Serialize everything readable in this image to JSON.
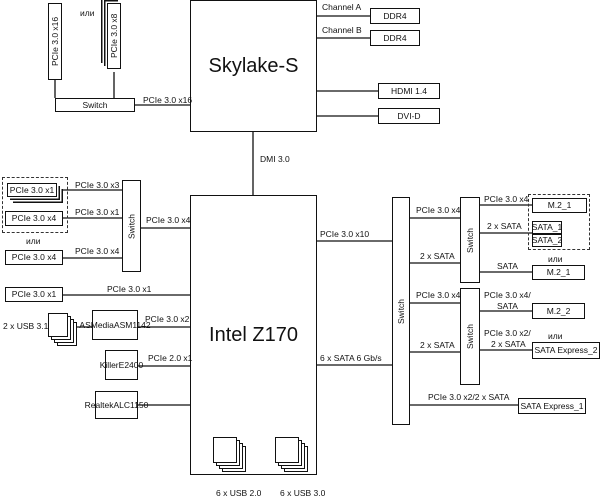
{
  "cpu": "Skylake-S",
  "pch": "Intel Z170",
  "dmi": "DMI 3.0",
  "channel_a": "Channel A",
  "channel_b": "Channel B",
  "ddr4": "DDR4",
  "hdmi": "HDMI 1.4",
  "dvi": "DVI-D",
  "slot_x16": "PCIe 3.0 x16",
  "slot_x8": "PCIe 3.0 x8",
  "or": "или",
  "switch": "Switch",
  "cpu_link": "PCIe 3.0 x16",
  "left": {
    "x1": "PCIe 3.0 x1",
    "x4": "PCIe 3.0 x4",
    "x3_link": "PCIe 3.0 x3",
    "x1_link": "PCIe 3.0 x1",
    "x4_link": "PCIe 3.0 x4",
    "sw_link": "PCIe 3.0 x4",
    "x1_slot": "PCIe 3.0 x1",
    "x1_slot_link": "PCIe 3.0 x1",
    "usb31": "2 x USB 3.1",
    "asm1": "ASMedia",
    "asm2": "ASM1142",
    "asm_link": "PCIe 3.0 x2",
    "killer1": "Killer",
    "killer2": "E2400",
    "killer_link": "PCIe 2.0 x1",
    "realtek1": "Realtek",
    "realtek2": "ALC1150"
  },
  "usb20": "6 x USB 2.0",
  "usb30": "6 x USB 3.0",
  "right": {
    "x10": "PCIe 3.0 x10",
    "sata6": "6 x SATA  6 Gb/s",
    "x4": "PCIe 3.0 x4",
    "sata2": "2 x SATA",
    "sata": "SATA",
    "m21": "M.2_1",
    "sata_1": "SATA_1",
    "sata_2": "SATA_2",
    "m22": "M.2_2",
    "x4sata_a": "PCIe 3.0 x4/",
    "x4sata_b": "SATA",
    "x2sata_a": "PCIe 3.0 x2/",
    "x2sata_b": "2 x SATA",
    "sex2": "SATA Express_2",
    "sex1": "SATA Express_1",
    "sex1_link": "PCIe 3.0 x2/2 x SATA"
  }
}
